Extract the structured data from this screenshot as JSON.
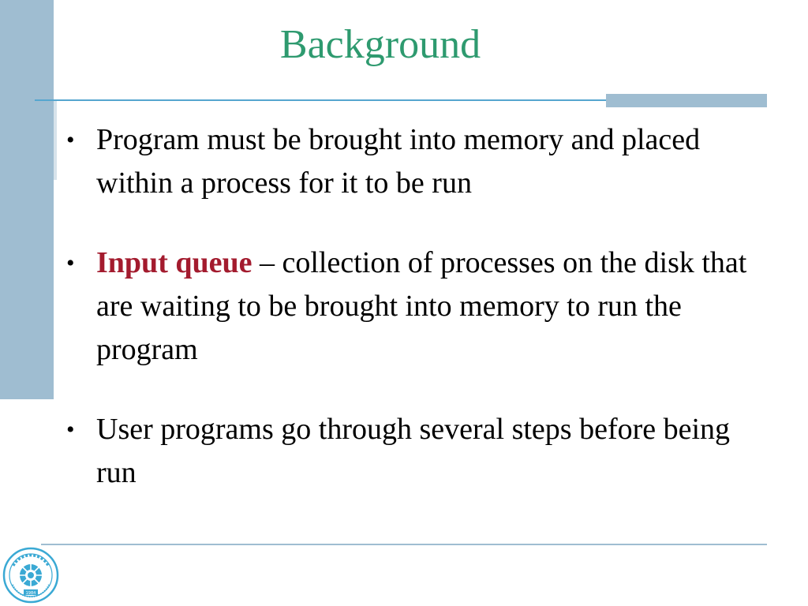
{
  "slide": {
    "title": "Background",
    "bullets": [
      {
        "term": "",
        "text": "Program must be brought into memory and placed within a process for it to be run"
      },
      {
        "term": "Input queue",
        "text": " – collection of processes on the disk that are waiting to be brought into memory to run the program"
      },
      {
        "term": "",
        "text": "User programs go through several steps before being run"
      }
    ],
    "bullet_glyph": "•"
  },
  "colors": {
    "title": "#2e9a6f",
    "term": "#a31b2e",
    "bar": "#9fbdd1",
    "rule": "#56a6cf"
  },
  "logo": {
    "icon": "university-seal-icon",
    "year": "1984"
  }
}
